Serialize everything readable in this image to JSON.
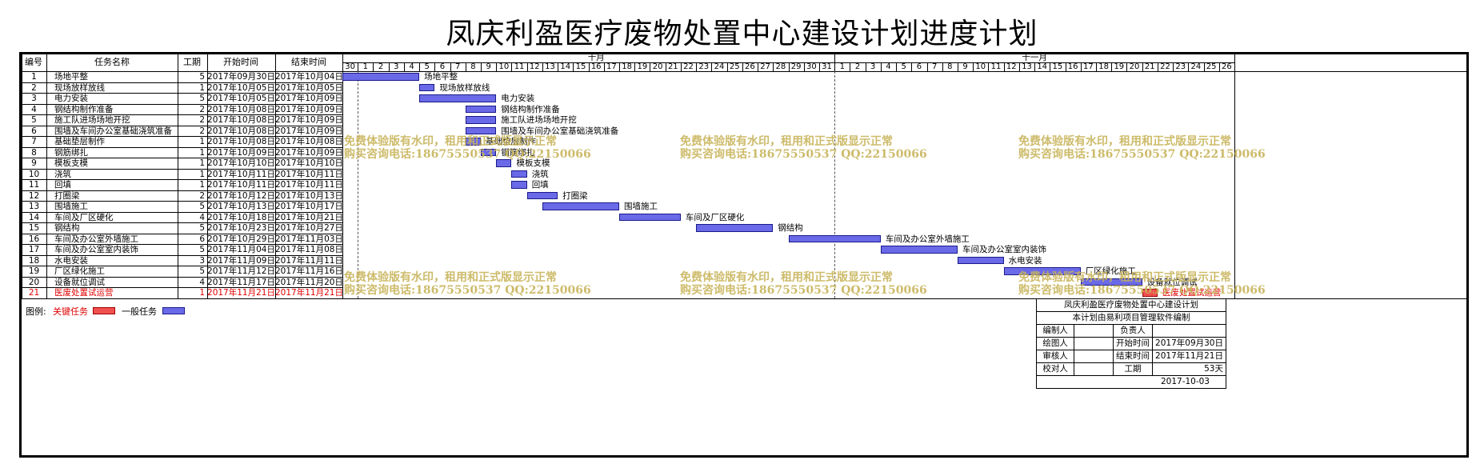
{
  "title": "凤庆利盈医疗废物处置中心建设计划进度计划",
  "headers": {
    "no": "编号",
    "name": "任务名称",
    "dur": "工期",
    "start": "开始时间",
    "end": "结束时间"
  },
  "months": [
    {
      "label": "十月"
    },
    {
      "label": "十一月"
    }
  ],
  "day_labels": [
    "30",
    "1",
    "2",
    "3",
    "4",
    "5",
    "6",
    "7",
    "8",
    "9",
    "10",
    "11",
    "12",
    "13",
    "14",
    "15",
    "16",
    "17",
    "18",
    "19",
    "20",
    "21",
    "22",
    "23",
    "24",
    "25",
    "26",
    "27",
    "28",
    "29",
    "30",
    "31",
    "1",
    "2",
    "3",
    "4",
    "5",
    "6",
    "7",
    "8",
    "9",
    "10",
    "11",
    "12",
    "13",
    "14",
    "15",
    "16",
    "17",
    "18",
    "19",
    "20",
    "21",
    "22",
    "23",
    "24",
    "25",
    "26"
  ],
  "chart_data": {
    "type": "gantt",
    "x_start": "2017-09-30",
    "x_end": "2017-11-26",
    "tasks": [
      {
        "no": "1",
        "name": "场地平整",
        "dur": "5",
        "start": "2017年09月30日",
        "end": "2017年10月04日",
        "s": "2017-09-30",
        "e": "2017-10-04",
        "critical": false
      },
      {
        "no": "2",
        "name": "现场放样放线",
        "dur": "1",
        "start": "2017年10月05日",
        "end": "2017年10月05日",
        "s": "2017-10-05",
        "e": "2017-10-05",
        "critical": false
      },
      {
        "no": "3",
        "name": "电力安装",
        "dur": "5",
        "start": "2017年10月05日",
        "end": "2017年10月09日",
        "s": "2017-10-05",
        "e": "2017-10-09",
        "critical": false
      },
      {
        "no": "4",
        "name": "钢结构制作准备",
        "dur": "2",
        "start": "2017年10月08日",
        "end": "2017年10月09日",
        "s": "2017-10-08",
        "e": "2017-10-09",
        "critical": false
      },
      {
        "no": "5",
        "name": "施工队进场场地开挖",
        "dur": "2",
        "start": "2017年10月08日",
        "end": "2017年10月09日",
        "s": "2017-10-08",
        "e": "2017-10-09",
        "critical": false
      },
      {
        "no": "6",
        "name": "围墙及车间办公室基础浇筑准备",
        "dur": "2",
        "start": "2017年10月08日",
        "end": "2017年10月09日",
        "s": "2017-10-08",
        "e": "2017-10-09",
        "critical": false
      },
      {
        "no": "7",
        "name": "基础垫层制作",
        "dur": "1",
        "start": "2017年10月08日",
        "end": "2017年10月08日",
        "s": "2017-10-08",
        "e": "2017-10-08",
        "critical": false
      },
      {
        "no": "8",
        "name": "钢筋绑扎",
        "dur": "1",
        "start": "2017年10月09日",
        "end": "2017年10月09日",
        "s": "2017-10-09",
        "e": "2017-10-09",
        "critical": false
      },
      {
        "no": "9",
        "name": "模板支模",
        "dur": "1",
        "start": "2017年10月10日",
        "end": "2017年10月10日",
        "s": "2017-10-10",
        "e": "2017-10-10",
        "critical": false
      },
      {
        "no": "10",
        "name": "浇筑",
        "dur": "1",
        "start": "2017年10月11日",
        "end": "2017年10月11日",
        "s": "2017-10-11",
        "e": "2017-10-11",
        "critical": false
      },
      {
        "no": "11",
        "name": "回填",
        "dur": "1",
        "start": "2017年10月11日",
        "end": "2017年10月11日",
        "s": "2017-10-11",
        "e": "2017-10-11",
        "critical": false
      },
      {
        "no": "12",
        "name": "打圈梁",
        "dur": "2",
        "start": "2017年10月12日",
        "end": "2017年10月13日",
        "s": "2017-10-12",
        "e": "2017-10-13",
        "critical": false
      },
      {
        "no": "13",
        "name": "围墙施工",
        "dur": "5",
        "start": "2017年10月13日",
        "end": "2017年10月17日",
        "s": "2017-10-13",
        "e": "2017-10-17",
        "critical": false
      },
      {
        "no": "14",
        "name": "车间及厂区硬化",
        "dur": "4",
        "start": "2017年10月18日",
        "end": "2017年10月21日",
        "s": "2017-10-18",
        "e": "2017-10-21",
        "critical": false
      },
      {
        "no": "15",
        "name": "钢结构",
        "dur": "5",
        "start": "2017年10月23日",
        "end": "2017年10月27日",
        "s": "2017-10-23",
        "e": "2017-10-27",
        "critical": false
      },
      {
        "no": "16",
        "name": "车间及办公室外墙施工",
        "dur": "6",
        "start": "2017年10月29日",
        "end": "2017年11月03日",
        "s": "2017-10-29",
        "e": "2017-11-03",
        "critical": false
      },
      {
        "no": "17",
        "name": "车间及办公室室内装饰",
        "dur": "5",
        "start": "2017年11月04日",
        "end": "2017年11月08日",
        "s": "2017-11-04",
        "e": "2017-11-08",
        "critical": false
      },
      {
        "no": "18",
        "name": "水电安装",
        "dur": "3",
        "start": "2017年11月09日",
        "end": "2017年11月11日",
        "s": "2017-11-09",
        "e": "2017-11-11",
        "critical": false
      },
      {
        "no": "19",
        "name": "厂区绿化施工",
        "dur": "5",
        "start": "2017年11月12日",
        "end": "2017年11月16日",
        "s": "2017-11-12",
        "e": "2017-11-16",
        "critical": false
      },
      {
        "no": "20",
        "name": "设备就位调试",
        "dur": "4",
        "start": "2017年11月17日",
        "end": "2017年11月20日",
        "s": "2017-11-17",
        "e": "2017-11-20",
        "critical": false
      },
      {
        "no": "21",
        "name": "医废处置试运营",
        "dur": "1",
        "start": "2017年11月21日",
        "end": "2017年11月21日",
        "s": "2017-11-21",
        "e": "2017-11-21",
        "critical": true
      }
    ]
  },
  "legend": {
    "label": "图例:",
    "critical": "关键任务",
    "normal": "一般任务",
    "critical_color": "#f05050",
    "normal_color": "#6a6ae8"
  },
  "watermark": {
    "line1": "免费体验版有水印，租用和正式版显示正常",
    "line2": "购买咨询电话:18675550537 QQ:22150066"
  },
  "info": {
    "project": "凤庆利盈医疗废物处置中心建设计划",
    "software": "本计划由易利项目管理软件编制",
    "editor": "编制人",
    "owner": "负责人",
    "drafter": "绘图人",
    "start_label": "开始时间",
    "start_val": "2017年09月30日",
    "reviewer": "审核人",
    "end_label": "结束时间",
    "end_val": "2017年11月21日",
    "checker": "校对人",
    "dur_label": "工期",
    "dur_val": "53天",
    "date": "2017-10-03"
  }
}
